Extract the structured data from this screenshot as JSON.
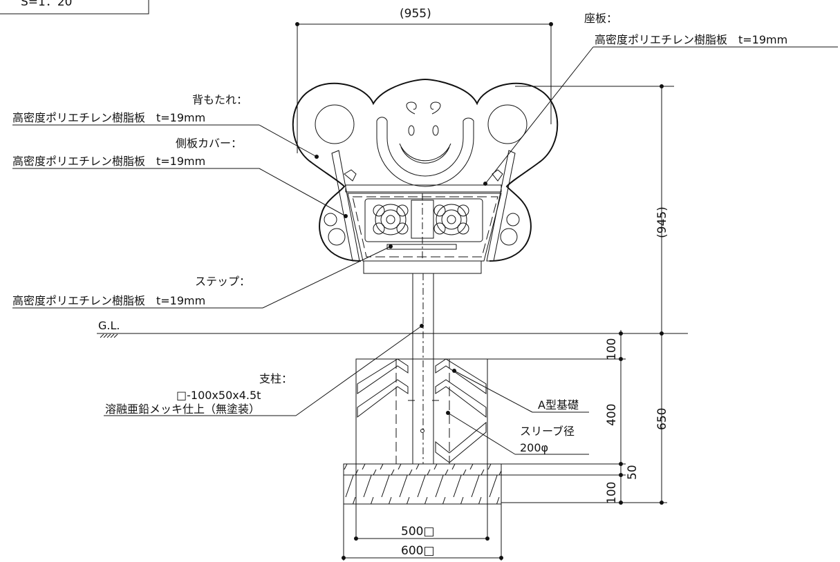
{
  "scale_label": "S=1：20",
  "labels": {
    "backrest_title": "背もたれ：",
    "backrest_spec": "高密度ポリエチレン樹脂板　t=19mm",
    "sidecover_title": "側板カバー：",
    "sidecover_spec": "高密度ポリエチレン樹脂板　t=19mm",
    "seat_title": "座板：",
    "seat_spec": "高密度ポリエチレン樹脂板　t=19mm",
    "step_title": "ステップ：",
    "step_spec": "高密度ポリエチレン樹脂板　t=19mm",
    "post_title": "支柱：",
    "post_size": "□-100x50x4.5t",
    "post_finish": "溶融亜鉛メッキ仕上（無塗装）",
    "foundation": "A型基礎",
    "sleeve": "スリーブ径",
    "sleeve_size": "200φ",
    "ground_line": "G.L."
  },
  "dimensions": {
    "overall_width": "(955)",
    "overall_height": "(945)",
    "top_100": "100",
    "mid_400": "400",
    "mid_50": "50",
    "bottom_100": "100",
    "total_650": "650",
    "width_500": "500□",
    "width_600": "600□"
  }
}
